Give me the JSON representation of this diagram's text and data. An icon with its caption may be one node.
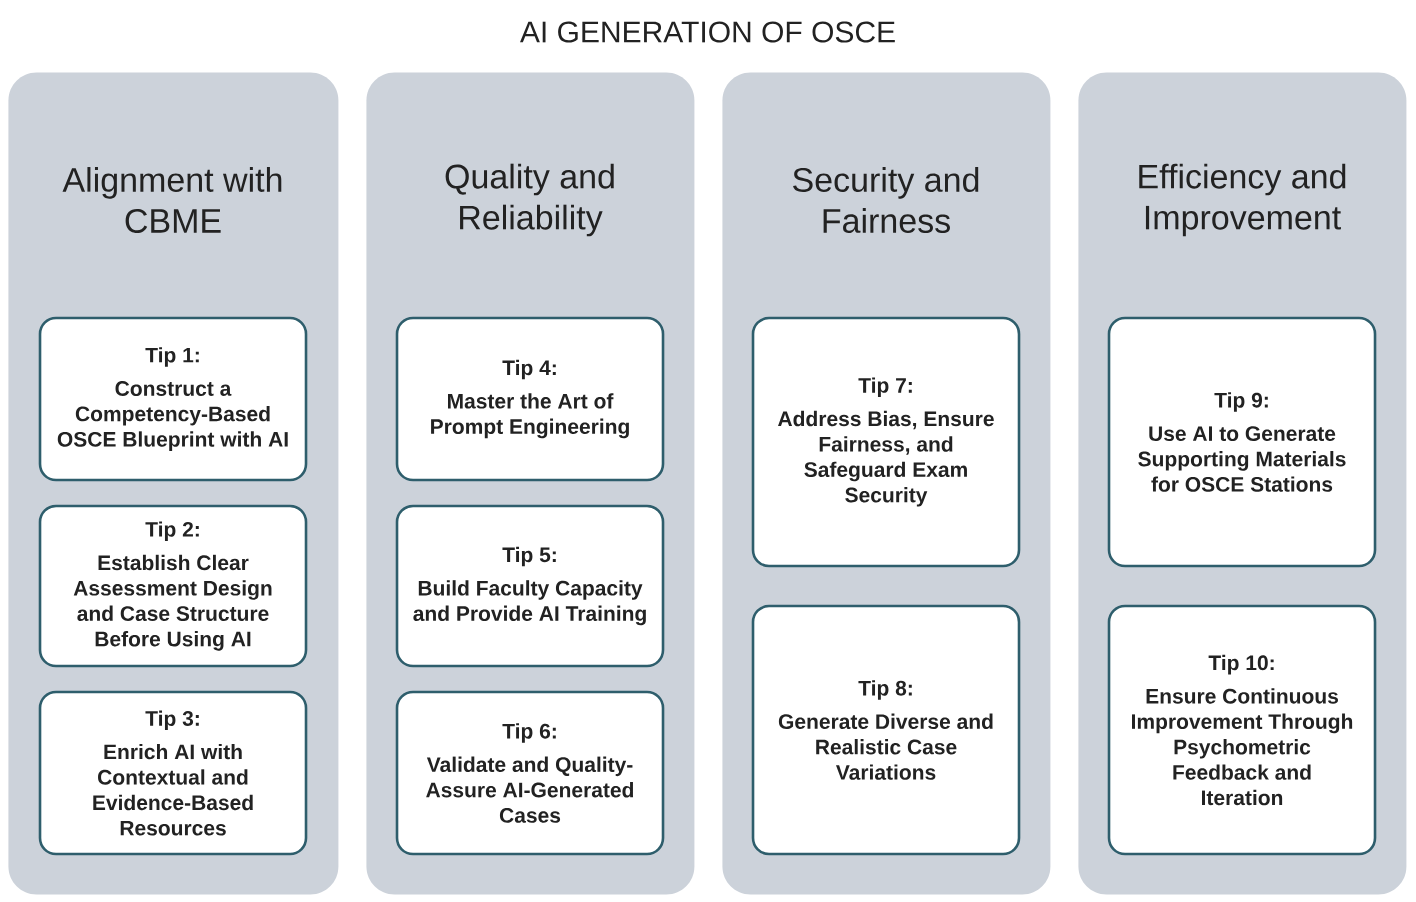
{
  "diagram": {
    "title": "AI GENERATION OF OSCE",
    "nodes": [
      {
        "text": [
          "Alignment with CBME"
        ]
      },
      {
        "text": [
          "Tip 1:",
          "Construct a Competency-Based OSCE Blueprint with AI"
        ],
        "in": 0
      },
      {
        "text": [
          "Tip 2:",
          "Establish Clear Assessment Design and Case Structure Before Using AI"
        ],
        "in": 0
      },
      {
        "text": [
          "Tip 3:",
          "Enrich AI with Contextual and Evidence-Based Resources"
        ],
        "in": 0
      },
      {
        "text": [
          "Quality and Reliability"
        ]
      },
      {
        "text": [
          "Tip 4:",
          "Master the Art of Prompt Engineering"
        ],
        "in": 4
      },
      {
        "text": [
          "Tip 5:",
          "Build Faculty Capacity and Provide AI Training"
        ],
        "in": 4
      },
      {
        "text": [
          "Tip 6:",
          "Validate and Quality-Assure AI-Generated Cases"
        ],
        "in": 4
      },
      {
        "text": [
          "Security and Fairness"
        ]
      },
      {
        "text": [
          "Tip 7:",
          "Address Bias, Ensure Fairness, and Safeguard Exam Security"
        ],
        "in": 8
      },
      {
        "text": [
          "Tip 8:",
          "Generate Diverse and Realistic Case Variations"
        ],
        "in": 8
      },
      {
        "text": [
          "Efficiency and Improvement"
        ]
      },
      {
        "text": [
          "Tip 9:",
          "Use AI to Generate Supporting Materials for OSCE Stations"
        ],
        "in": 11
      },
      {
        "text": [
          "Tip 10:",
          "Ensure Continuous Improvement Through Psychometric Feedback and Iteration"
        ],
        "in": 11
      }
    ]
  }
}
